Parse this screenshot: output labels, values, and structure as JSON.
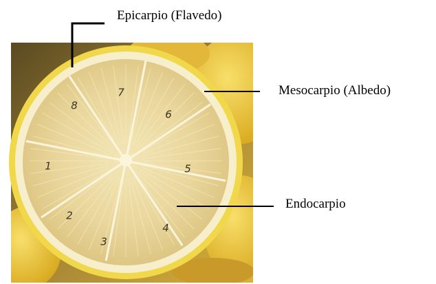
{
  "labels": {
    "epicarp": "Epicarpio (Flavedo)",
    "mesocarp": "Mesocarpio (Albedo)",
    "endocarp": "Endocarpio"
  },
  "segments": [
    "1",
    "2",
    "3",
    "4",
    "5",
    "6",
    "7",
    "8"
  ],
  "colors": {
    "rind": "#f1d84a",
    "albedo": "#f7eecb",
    "pulp": "#e8d7a0",
    "segment_lines": "#fbf5dc",
    "callout_lines": "#000000",
    "label_text": "#000000",
    "background_dark": "#6b5a2c",
    "background_lemon": "#efc63a"
  }
}
